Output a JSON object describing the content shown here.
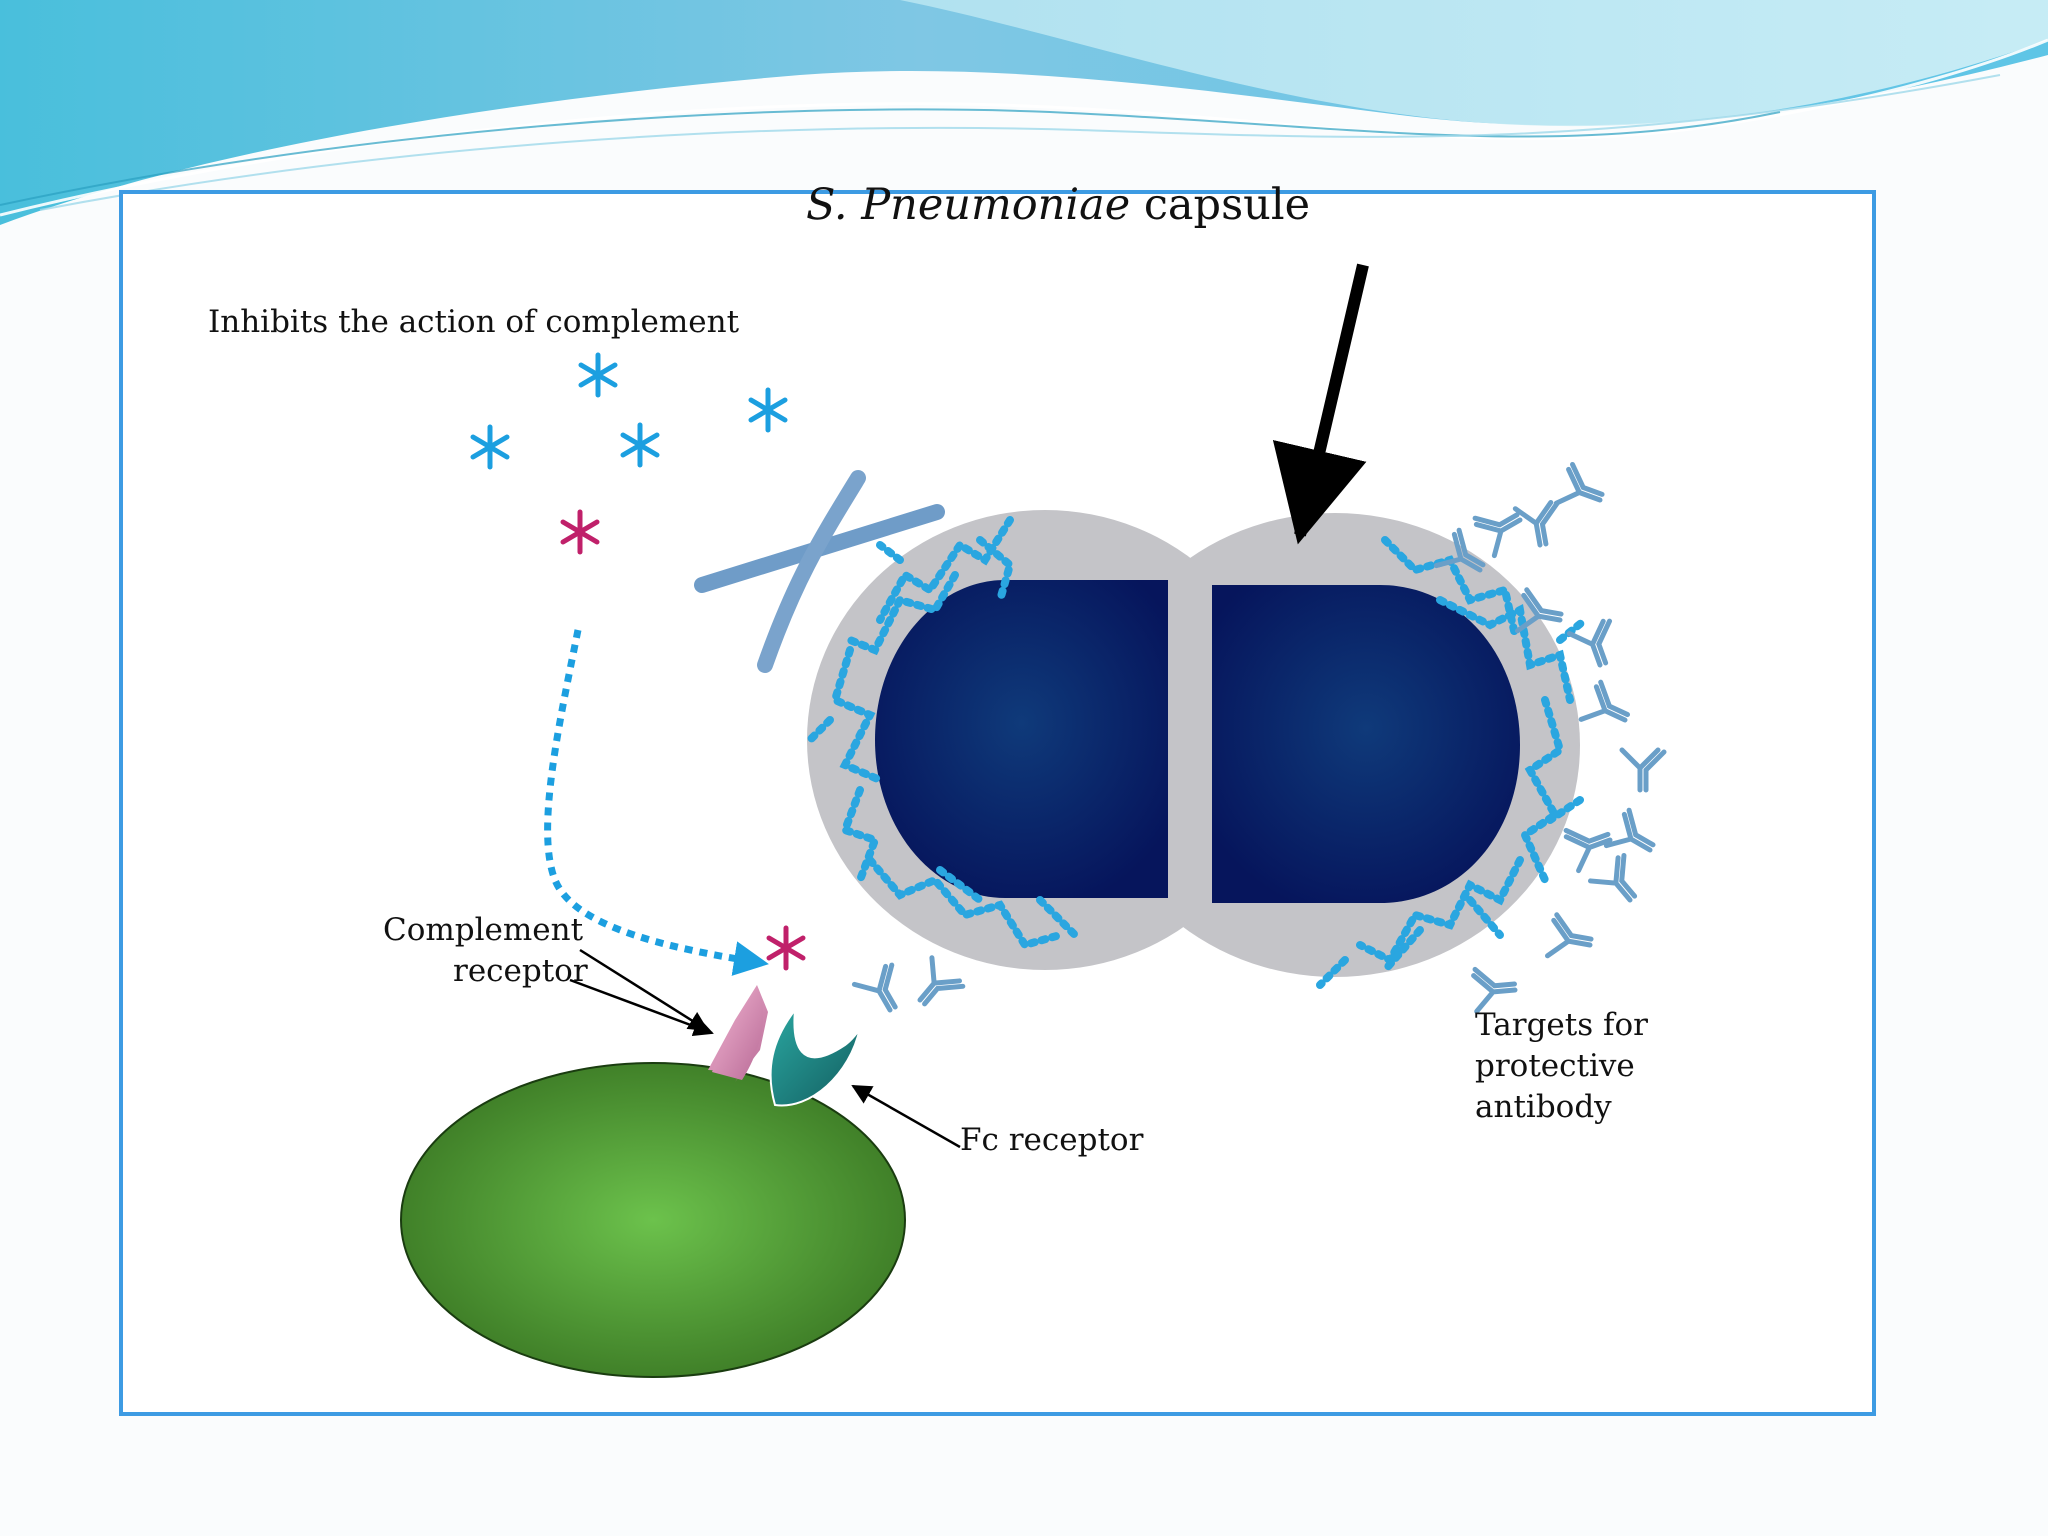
{
  "slide": {
    "title_italic": "S. Pneumoniae",
    "title_rest": " capsule"
  },
  "labels": {
    "inhibits": "Inhibits the action of complement",
    "complement_receptor_line1": "Complement",
    "complement_receptor_line2": "receptor",
    "fc_receptor": "Fc receptor",
    "targets_line1": "Targets for",
    "targets_line2": "protective",
    "targets_line3": "antibody"
  },
  "colors": {
    "frame_border": "#3d9be3",
    "wave_blue": "#4fb8dd",
    "bacterium_body": "#0b1f6b",
    "capsule_gray": "#c4c4c8",
    "complement_blue": "#1c9fe0",
    "complement_magenta": "#c0206a",
    "phagocyte_green": "#4f9e3a",
    "antibody_blue": "#6a9fc8",
    "fc_receptor_teal": "#1f8a8a",
    "complement_receptor_pink": "#d98ab0"
  }
}
